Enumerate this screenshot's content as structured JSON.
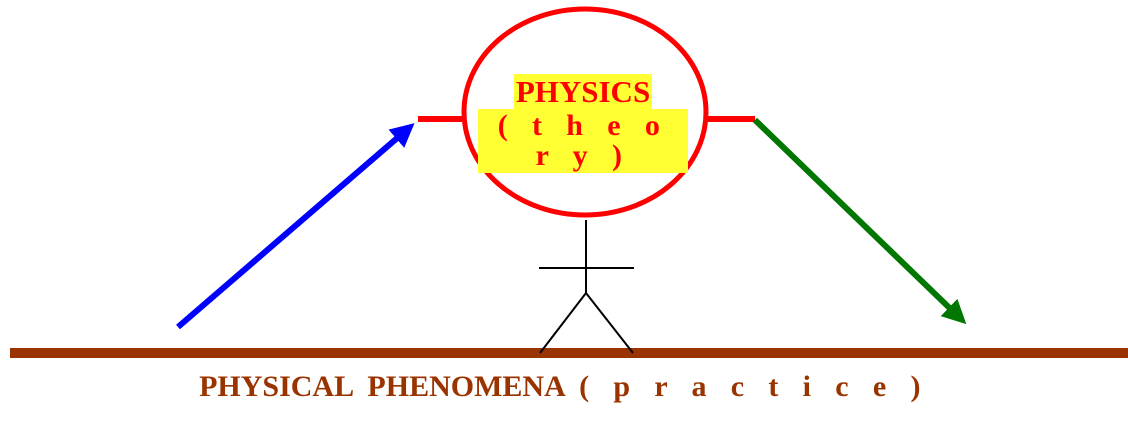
{
  "theory": {
    "title": "PHYSICS",
    "subtitle": "( t h e o r y )"
  },
  "practice": {
    "main": "PHYSICAL PHENOMENA",
    "qualifier": "( p r a c t i c e )"
  },
  "colors": {
    "ground": "#993300",
    "ellipse": "#ff0000",
    "highlight": "#ffff33",
    "arrow_up": "#0000ff",
    "arrow_down": "#007700",
    "person": "#000000"
  }
}
